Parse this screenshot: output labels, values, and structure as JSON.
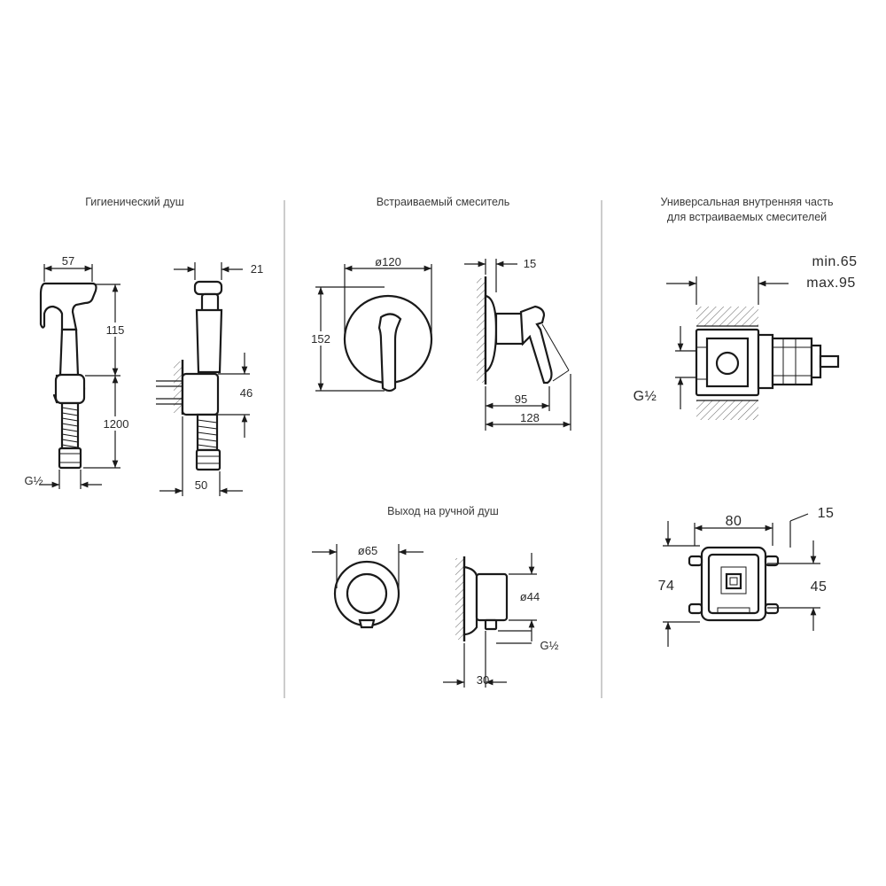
{
  "titles": {
    "hygienic_shower": "Гигиенический душ",
    "built_in_mixer": "Встраиваемый смеситель",
    "universal_part_line1": "Универсальная внутренняя часть",
    "universal_part_line2": "для встраиваемых смесителей",
    "shower_outlet": "Выход на ручной душ"
  },
  "dimensions": {
    "handset_width": "57",
    "handset_height": "115",
    "hose_length": "1200",
    "handset_thread": "G½",
    "holder_depth": "21",
    "holder_height": "46",
    "holder_width": "50",
    "rosette_diameter": "ø120",
    "rosette_height": "152",
    "mixer_rosette": "15",
    "mixer_depth_a": "95",
    "mixer_depth_b": "128",
    "install_min": "min.65",
    "install_max": "max.95",
    "box_thread": "G½",
    "box_width": "80",
    "box_offset": "15",
    "box_height": "74",
    "box_inner": "45",
    "outlet_diameter": "ø65",
    "outlet_body": "ø44",
    "outlet_thread": "G½",
    "outlet_depth": "30"
  }
}
